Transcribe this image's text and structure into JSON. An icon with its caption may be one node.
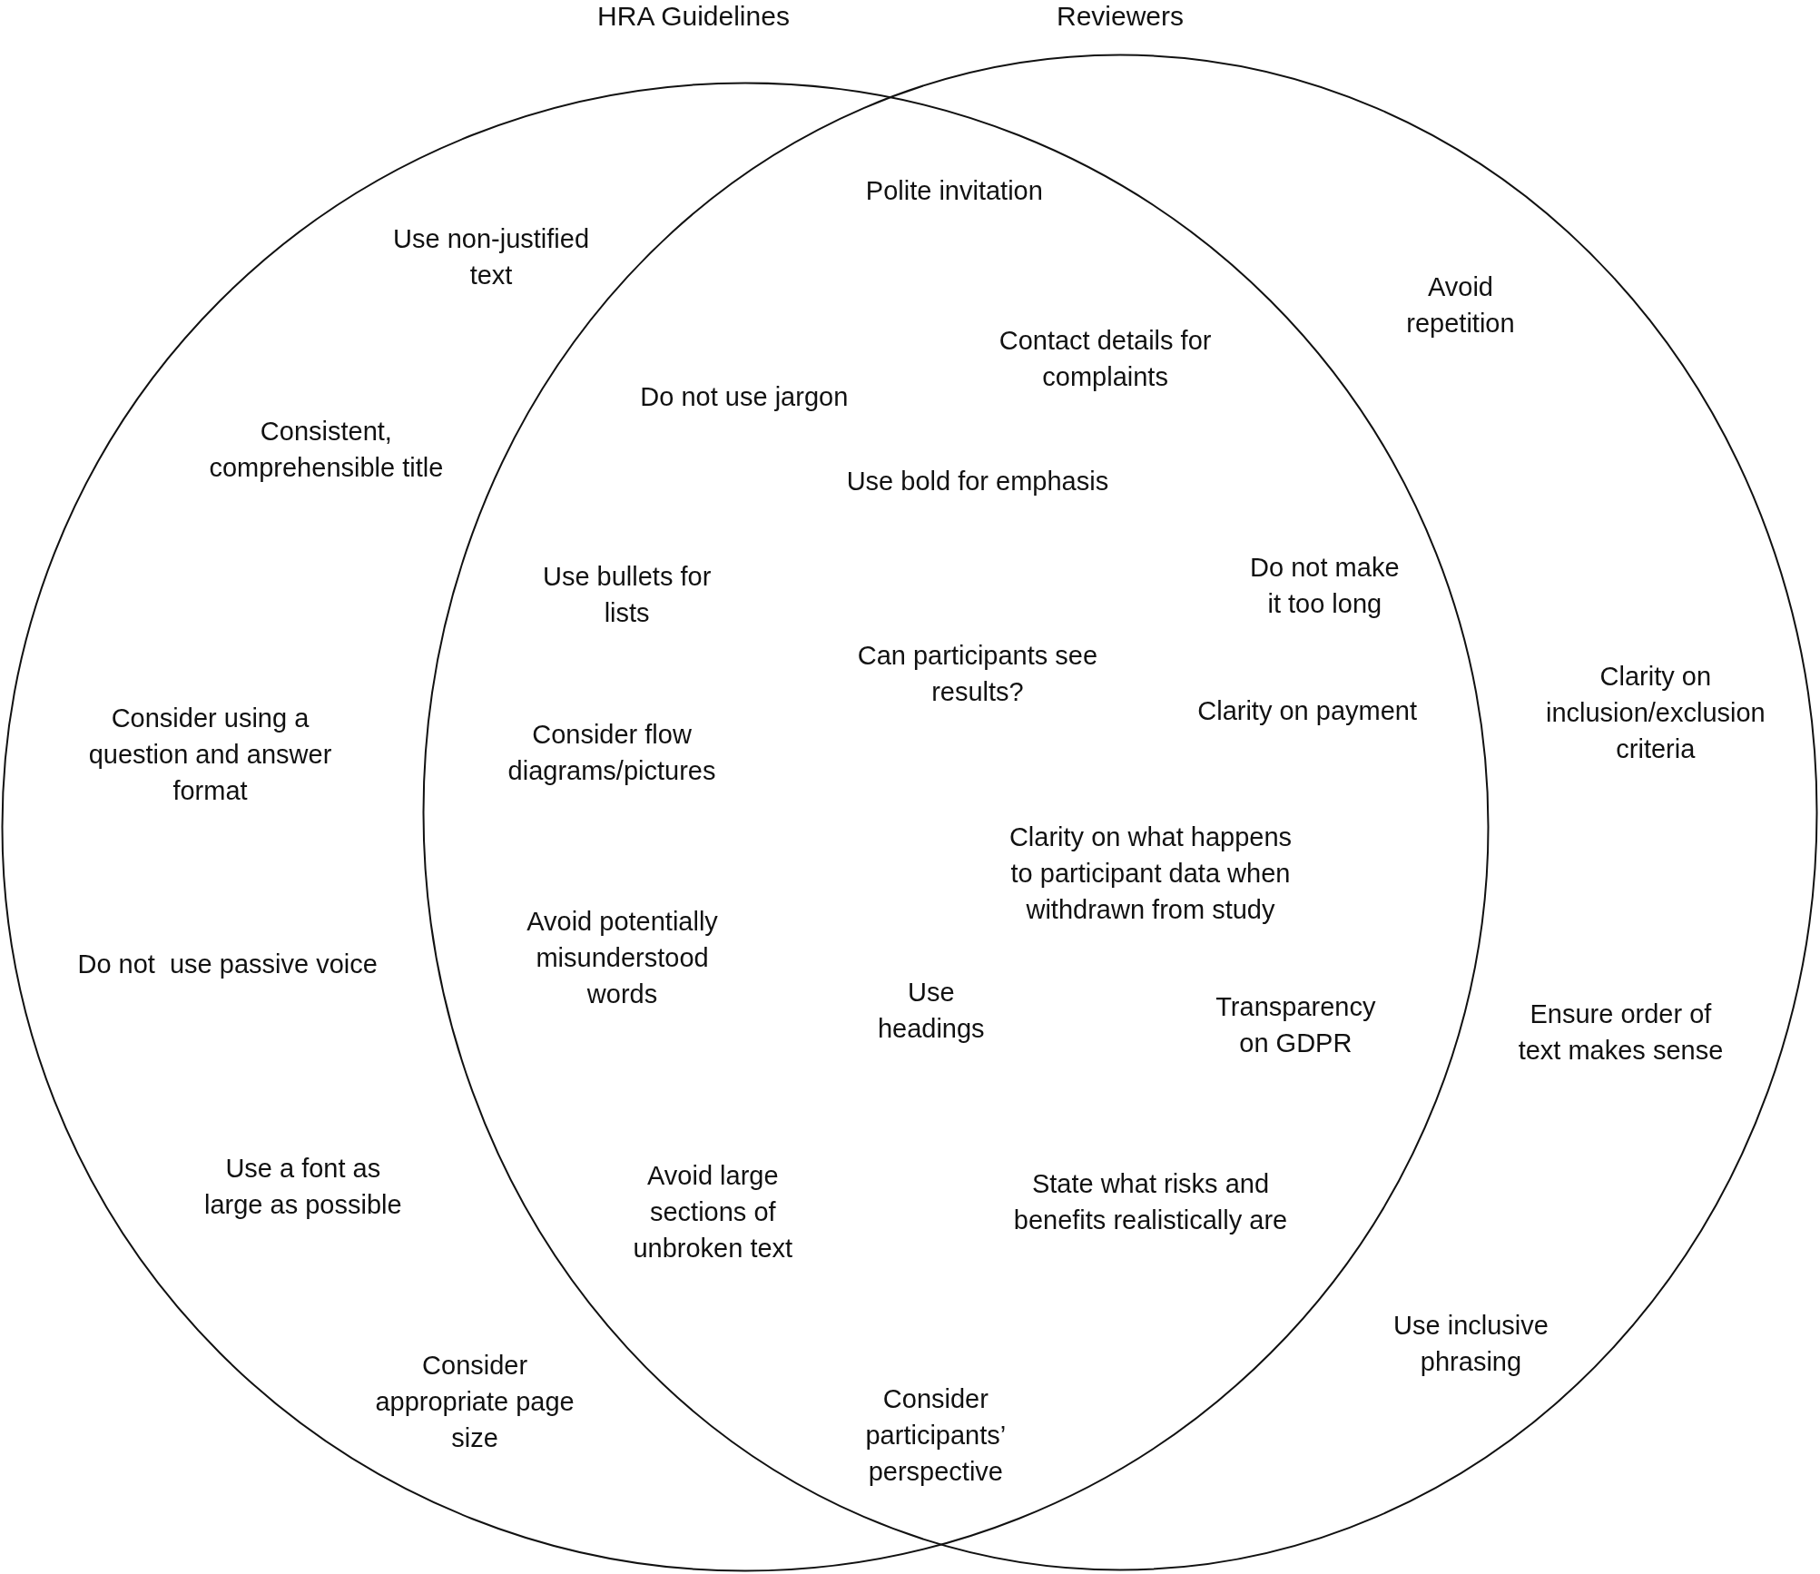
{
  "diagram": {
    "nodes": [
      {
        "text": [
          "HRA Guidelines"
        ]
      },
      {
        "text": [
          "Reviewers"
        ]
      }
    ],
    "labels": [
      "Polite invitation",
      "Use non-justified text",
      "Avoid repetition",
      "Contact details for complaints",
      "Do not use jargon",
      "Consistent, comprehensible title",
      "Use bold for emphasis",
      "Use bullets for lists",
      "Do not make it too long",
      "Can participants see results?",
      "Clarity on inclusion/exclusion criteria",
      "Clarity on payment",
      "Consider using a question and answer format",
      "Consider flow diagrams/pictures",
      "Clarity on what happens to participant data when withdrawn from study",
      "Avoid potentially misunderstood words",
      "Do not  use passive voice",
      "Use headings",
      "Transparency on GDPR",
      "Ensure order of text makes sense",
      "Use a font as large as possible",
      "Avoid large sections of unbroken text",
      "State what risks and benefits realistically are",
      "Use inclusive phrasing",
      "Consider appropriate page size",
      "Consider participants’ perspective"
    ]
  }
}
